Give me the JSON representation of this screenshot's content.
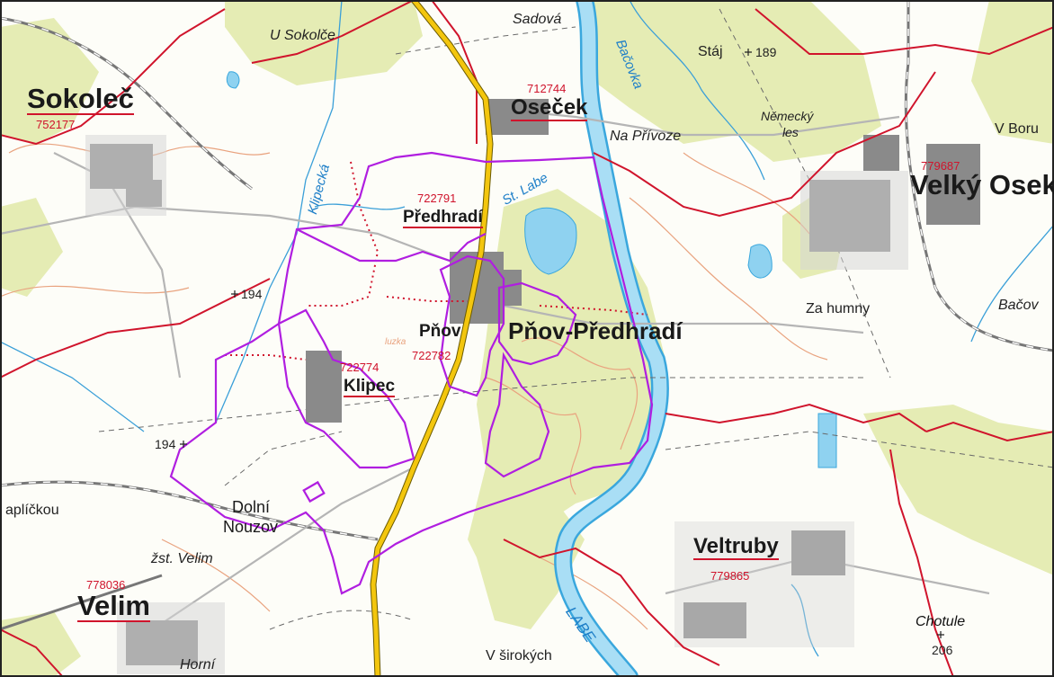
{
  "map": {
    "colors": {
      "forest": "#e5ecb4",
      "water": "#8fd2f0",
      "river_edge": "#3aa7dd",
      "road_major": "#f3c60e",
      "admin_boundary": "#d0142c",
      "study_area": "#b01ee0",
      "building": "#8a8a8a",
      "railway": "#777777",
      "contour": "#e9a37f"
    },
    "places": {
      "sokolec": "Sokoleč",
      "osecek": "Oseček",
      "predhradi": "Předhradí",
      "pnov": "Pňov",
      "pnov_predhradi": "Pňov-Předhradí",
      "klipec": "Klipec",
      "velky_osek": "Velký Osek",
      "veltruby": "Veltruby",
      "velim": "Velim",
      "dolni_nouzov_1": "Dolní",
      "dolni_nouzov_2": "Nouzov",
      "chotule": "Chotule"
    },
    "codes": {
      "sokolec": "752177",
      "osecek": "712744",
      "predhradi": "722791",
      "pnov": "722782",
      "klipec": "722774",
      "velky_osek": "779687",
      "veltruby": "779865",
      "velim": "778036"
    },
    "local_names": {
      "u_sokolce": "U Sokolče",
      "sadova": "Sadová",
      "staj": "Stáj",
      "nemecky_1": "Německý",
      "nemecky_2": "les",
      "na_privoze": "Na Přívoze",
      "v_boru": "V Boru",
      "zahumny": "Za humny",
      "bacov": "Bačov",
      "kaplickou": "aplíčkou",
      "zst_velim": "žst. Velim",
      "v_sirokych": "V širokých",
      "horni": "Horní"
    },
    "water_names": {
      "bacovka": "Bačovka",
      "klipecka": "Klipecká",
      "st_labe": "St. Labe",
      "labe": "LABE",
      "luzka": "luzka"
    },
    "elevations": {
      "e189": "189",
      "e194a": "194",
      "e194b": "194",
      "e206": "206"
    }
  }
}
